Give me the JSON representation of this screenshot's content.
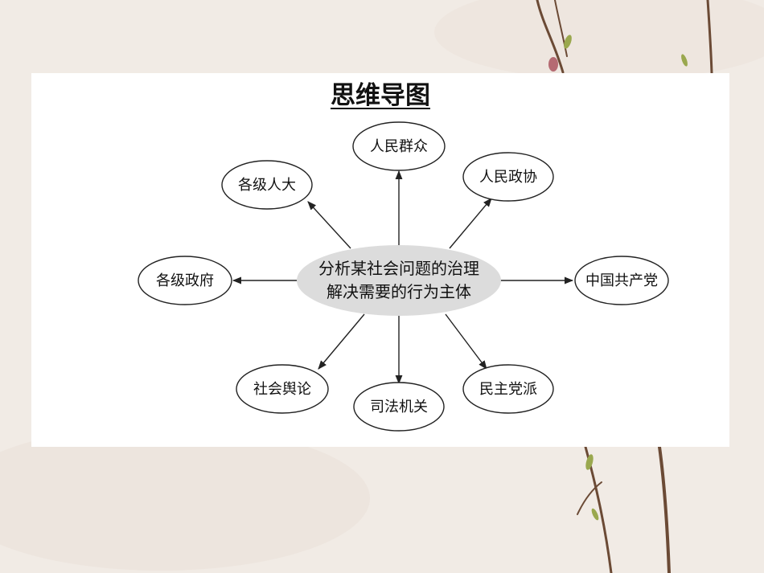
{
  "title": "思维导图",
  "center": {
    "line1": "分析某社会问题的治理",
    "line2": "解决需要的行为主体"
  },
  "nodes": {
    "renmin_qunzhong": "人民群众",
    "renmin_zhengxie": "人民政协",
    "zhongguo_gongchandang": "中国共产党",
    "minzhu_dangpai": "民主党派",
    "sifa_jiguan": "司法机关",
    "shehui_yulun": "社会舆论",
    "geji_zhengfu": "各级政府",
    "geji_renda": "各级人大"
  },
  "colors": {
    "stroke": "#222222",
    "center_fill": "#dcdcdc",
    "node_fill": "#ffffff"
  }
}
